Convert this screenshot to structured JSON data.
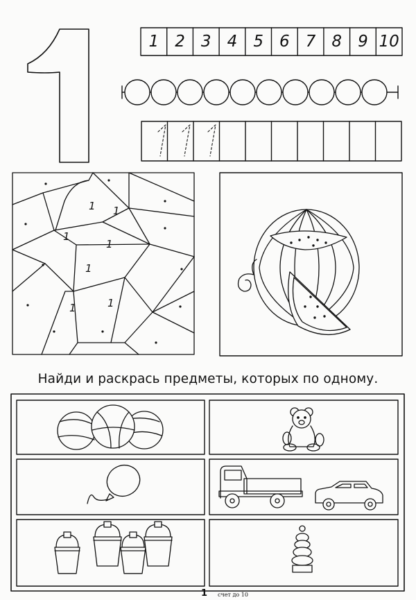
{
  "page": {
    "big_digit": "1",
    "number_line": [
      "1",
      "2",
      "3",
      "4",
      "5",
      "6",
      "7",
      "8",
      "9",
      "10"
    ],
    "bead_count": 10,
    "tracing_cells": 10,
    "tracing_guides": 3,
    "puzzle_digit": "1",
    "instruction": "Найди и раскрась предметы, которых по одному.",
    "footer_page_number": "1",
    "footer_text": "счет до 10"
  },
  "icons": [
    "big-digit-one",
    "watermelon-icon",
    "balls-icon",
    "teddy-bear-icon",
    "balloon-icon",
    "truck-icon",
    "car-icon",
    "buckets-icon",
    "pyramid-toy-icon"
  ]
}
